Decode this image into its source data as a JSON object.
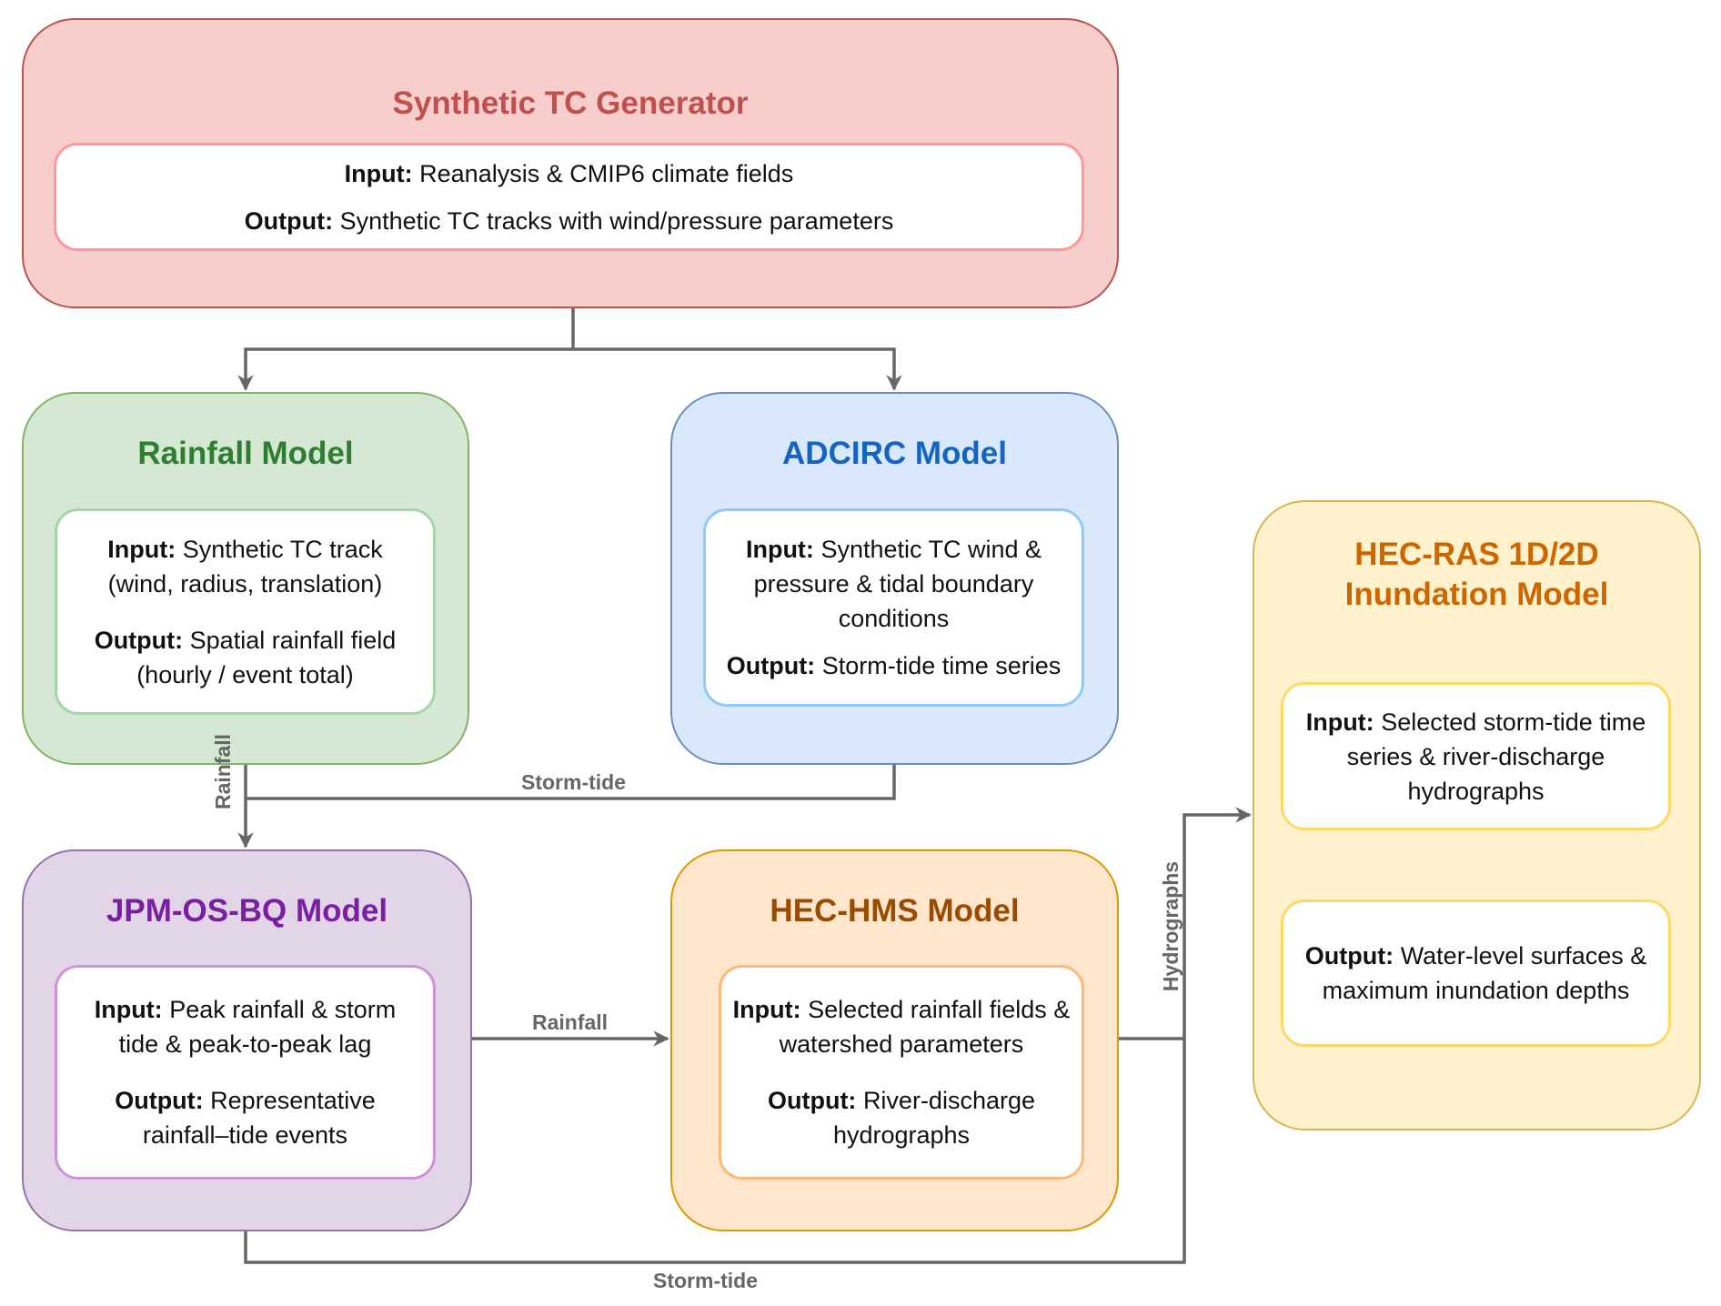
{
  "nodes": {
    "tc_generator": {
      "title": "Synthetic TC Generator",
      "input_key": "Input:",
      "input": "Reanalysis & CMIP6 climate fields",
      "output_key": "Output:",
      "output": "Synthetic TC tracks with wind/pressure parameters",
      "fill": "#f8cecc",
      "border": "#b85450",
      "title_color": "#c0504d",
      "inner_border": "#ff9999"
    },
    "rainfall_model": {
      "title": "Rainfall Model",
      "input_key": "Input:",
      "input": "Synthetic TC track (wind, radius, translation)",
      "output_key": "Output:",
      "output": "Spatial rainfall field (hourly / event total)",
      "fill": "#d5e8d4",
      "border": "#82b366",
      "title_color": "#2e7d32",
      "inner_border": "#a5d6a7"
    },
    "adcirc_model": {
      "title": "ADCIRC Model",
      "input_key": "Input:",
      "input": "Synthetic TC wind & pressure & tidal boundary conditions",
      "output_key": "Output:",
      "output": "Storm-tide time series",
      "fill": "#dae8fc",
      "border": "#6c8ebf",
      "title_color": "#1565c0",
      "inner_border": "#90caf9"
    },
    "jpm_model": {
      "title": "JPM-OS-BQ Model",
      "input_key": "Input:",
      "input": "Peak rainfall & storm tide & peak-to-peak lag",
      "output_key": "Output:",
      "output": "Representative rainfall–tide events",
      "fill": "#e1d5e7",
      "border": "#9673a6",
      "title_color": "#7b1fa2",
      "inner_border": "#ce93d8"
    },
    "hec_hms_model": {
      "title": "HEC-HMS Model",
      "input_key": "Input:",
      "input": "Selected rainfall fields & watershed parameters",
      "output_key": "Output:",
      "output": "River-discharge hydrographs",
      "fill": "#ffe6cc",
      "border": "#d79b00",
      "title_color": "#994c00",
      "inner_border": "#ffb877"
    },
    "hec_ras_model": {
      "title_line1": "HEC-RAS 1D/2D",
      "title_line2": "Inundation Model",
      "input_key": "Input:",
      "input": "Selected storm-tide time series & river-discharge hydrographs",
      "output_key": "Output:",
      "output": "Water-level surfaces & maximum inundation depths",
      "fill": "#fff2cc",
      "border": "#d6b656",
      "title_color": "#cc6600",
      "inner_border": "#ffd966"
    }
  },
  "edges": {
    "rainfall_vertical": "Rainfall",
    "storm_tide_adcirc": "Storm-tide",
    "rainfall_jpm_to_hms": "Rainfall",
    "hydrographs": "Hydrographs",
    "storm_tide_jpm": "Storm-tide"
  },
  "colors": {
    "connector": "#666666"
  }
}
